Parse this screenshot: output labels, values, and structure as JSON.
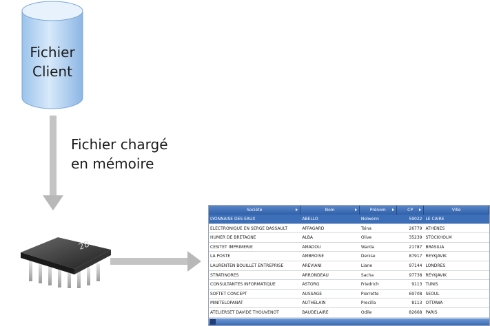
{
  "database": {
    "label_line1": "Fichier",
    "label_line2": "Client"
  },
  "caption": {
    "line1": "Fichier chargé",
    "line2": "en mémoire"
  },
  "chip": {
    "label": "28"
  },
  "table": {
    "columns": [
      "Société",
      "Nom",
      "Prénom",
      "CP",
      "Ville"
    ],
    "rows": [
      [
        "LYONNAISE DES EAUX",
        "ABELLO",
        "Nolwenn",
        "59022",
        "LE CAIRE"
      ],
      [
        "ELECTRONIQUE EN SERGE DASSAULT",
        "AFFAGARD",
        "Tsina",
        "26779",
        "ATHENES"
      ],
      [
        "HUMER DE BRETAGNE",
        "ALBA",
        "Olive",
        "35239",
        "STOCKHOLM"
      ],
      [
        "CESITET IMPRIMERIE",
        "AMADOU",
        "Warda",
        "21787",
        "BRASILIA"
      ],
      [
        "LA POSTE",
        "AMBROISE",
        "Denise",
        "87917",
        "REYKJAVIK"
      ],
      [
        "LAURENTEN BOUILLET ENTREPRISE",
        "AREVIANI",
        "Liane",
        "97144",
        "LONDRES"
      ],
      [
        "STRATINORES",
        "ARRONDEAU",
        "Sacha",
        "97738",
        "REYKJAVIK"
      ],
      [
        "CONSULTANTES INFORMATIQUE",
        "ASTORG",
        "Friedrich",
        "9113",
        "TUNIS"
      ],
      [
        "SOFTET CONCEPT",
        "AUSSAGE",
        "Pierrette",
        "69708",
        "SEOUL"
      ],
      [
        "MINITELOPANAT",
        "AUTHELAIN",
        "Precilla",
        "8113",
        "OTTAWA"
      ],
      [
        "ATELIERSET DAVIDE THOUVENOT",
        "BAUDELAIRE",
        "Odile",
        "82668",
        "PARIS"
      ]
    ]
  },
  "colors": {
    "cylinder_top": "#cfe3f7",
    "cylinder_body": "#a9cdf1",
    "arrow": "#bdbdbd",
    "header": "#3d6fb8",
    "selected_row": "#3d6fb8",
    "chip": "#2a2a2a"
  }
}
